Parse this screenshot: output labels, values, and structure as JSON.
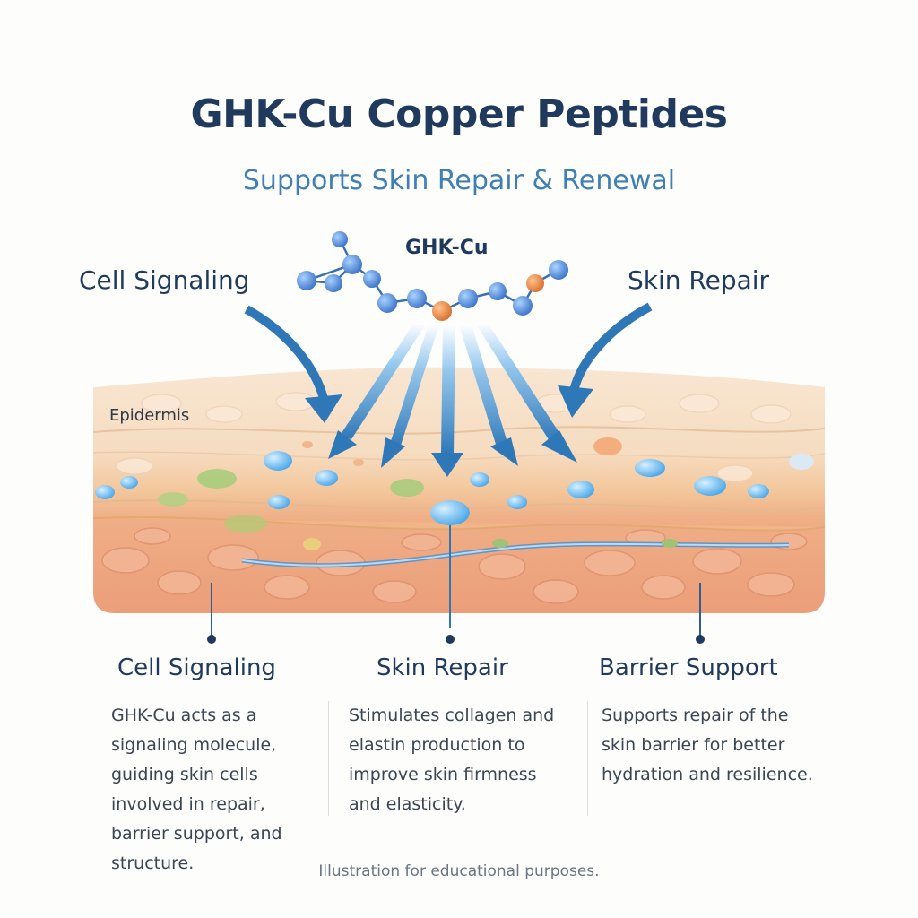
{
  "title": "GHK-Cu Copper Peptides",
  "subtitle": "Supports Skin Repair & Renewal",
  "molecule_label": "GHK-Cu",
  "side_labels": {
    "left": "Cell Signaling",
    "right": "Skin Repair"
  },
  "layer_label": "Epidermis",
  "columns": [
    {
      "heading": "Cell Signaling",
      "lines": [
        "GHK-Cu acts as a",
        "signaling molecule,",
        "guiding skin cells",
        "involved in repair,",
        "barrier support, and",
        "structure."
      ]
    },
    {
      "heading": "Skin Repair",
      "lines": [
        "Stimulates collagen and",
        "elastin production to",
        "improve skin firmness",
        "and elasticity."
      ]
    },
    {
      "heading": "Barrier Support",
      "lines": [
        "Supports repair of the",
        "skin barrier for better",
        "hydration and resilience."
      ]
    }
  ],
  "footnote": "Illustration for educational purposes.",
  "colors": {
    "title": "#1f3a5c",
    "subtitle": "#3f7fb4",
    "arrow": "#2f78b8",
    "molecule_blue": "#4a88dc",
    "molecule_copper": "#e88a45",
    "skin_top": "#f7dcc0",
    "skin_dermis": "#eea582"
  }
}
